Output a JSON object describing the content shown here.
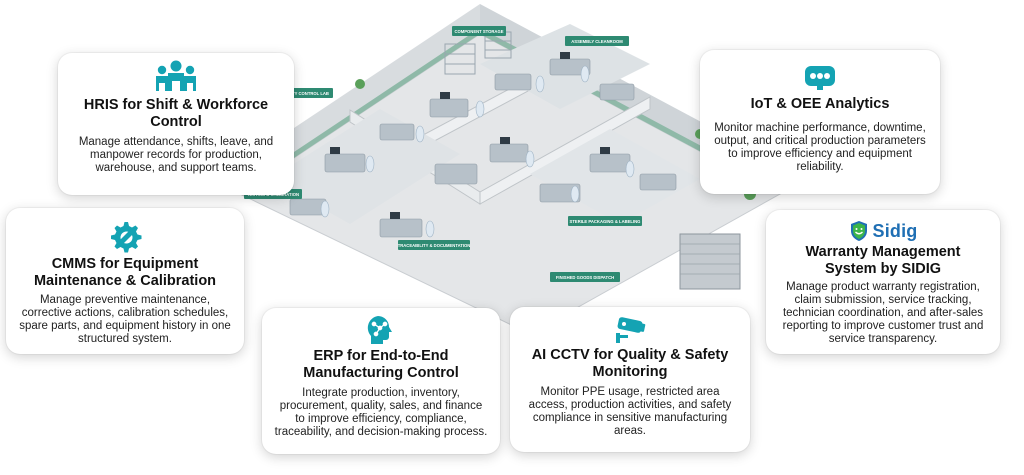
{
  "factory": {
    "labels": {
      "quality_lab": "QUALITY CONTROL LAB",
      "component_storage": "COMPONENT STORAGE",
      "assembly_cleanroom": "ASSEMBLY CLEANROOM",
      "testing_calibration": "TESTING & CALIBRATION",
      "traceability": "TRACEABILITY & DOCUMENTATION",
      "sterile_packaging": "STERILE PACKAGING & LABELING",
      "finished_goods": "FINISHED GOODS DISPATCH"
    }
  },
  "cards": {
    "hris": {
      "icon": "workforce-icon",
      "title": "HRIS for Shift & Workforce Control",
      "desc": "Manage attendance, shifts, leave, and manpower records for production, warehouse, and support teams."
    },
    "cmms": {
      "icon": "gear-wrench-icon",
      "title": "CMMS for Equipment Maintenance & Calibration",
      "desc": "Manage preventive maintenance, corrective actions, calibration schedules, spare parts, and equipment history in one structured system."
    },
    "erp": {
      "icon": "network-head-icon",
      "title": "ERP for End-to-End Manufacturing Control",
      "desc": "Integrate production, inventory, procurement, quality, sales, and finance to improve efficiency, compliance, traceability, and decision-making process."
    },
    "cctv": {
      "icon": "cctv-camera-icon",
      "title": "AI CCTV for Quality & Safety Monitoring",
      "desc": "Monitor PPE usage, restricted area access, production activities, and safety compliance in sensitive manufacturing areas."
    },
    "iot": {
      "icon": "iot-device-icon",
      "title": "IoT & OEE Analytics",
      "desc": "Monitor machine performance, downtime, output, and critical production parameters to improve efficiency and equipment reliability."
    },
    "warranty": {
      "logo_text": "Sidig",
      "title": "Warranty Management System by SIDIG",
      "desc": "Manage product warranty registration, claim submission, service tracking, technician coordination, and after-sales reporting to improve customer trust and service transparency."
    }
  },
  "colors": {
    "accent_teal": "#14a3b3",
    "sidig_blue": "#1f6fb4",
    "sidig_green": "#3bb54a",
    "sign_green": "#2e8a72"
  }
}
